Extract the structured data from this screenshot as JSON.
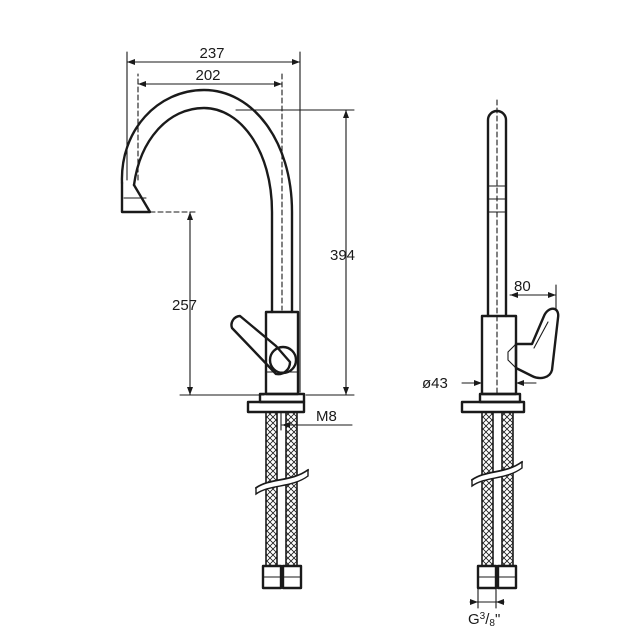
{
  "front_view": {
    "dim_overall_width": "237",
    "dim_spout_reach": "202",
    "dim_height": "394",
    "dim_spout_height": "257",
    "dim_thread": "M8"
  },
  "side_view": {
    "dim_lever_depth": "80",
    "dim_body_diameter": "ø43",
    "dim_connection_prefix": "G",
    "dim_connection_num": "3",
    "dim_connection_sep": "/",
    "dim_connection_den": "8",
    "dim_connection_suffix": "\""
  }
}
